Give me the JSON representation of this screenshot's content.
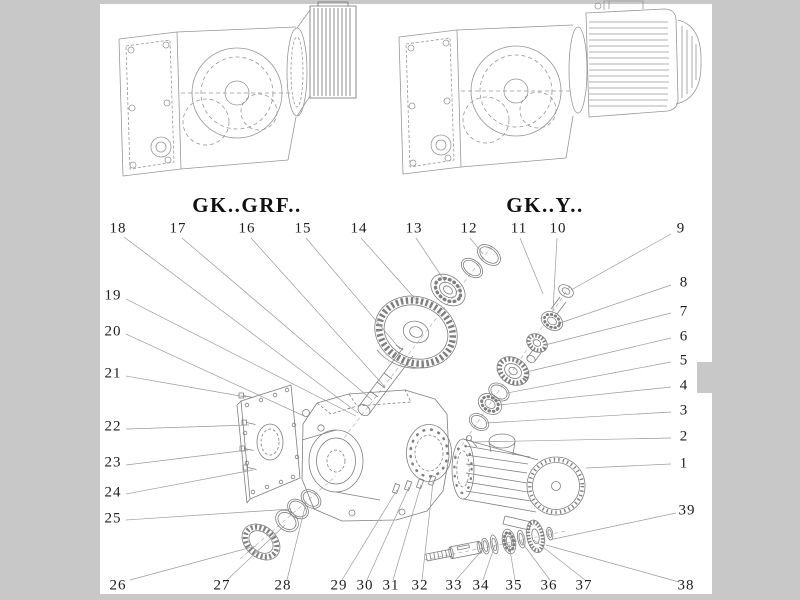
{
  "page": {
    "background_color": "#c8c8c8",
    "paper_color": "#ffffff",
    "line_color": "#8d8d8d",
    "text_color": "#1d1d1d"
  },
  "titles": {
    "left": "GK..GRF..",
    "right": "GK..Y.."
  },
  "part_numbers": [
    "1",
    "2",
    "3",
    "4",
    "5",
    "6",
    "7",
    "8",
    "9",
    "10",
    "11",
    "12",
    "13",
    "14",
    "15",
    "16",
    "17",
    "18",
    "19",
    "20",
    "21",
    "22",
    "23",
    "24",
    "25",
    "26",
    "27",
    "28",
    "29",
    "30",
    "31",
    "32",
    "33",
    "34",
    "35",
    "36",
    "37",
    "38",
    "39"
  ]
}
